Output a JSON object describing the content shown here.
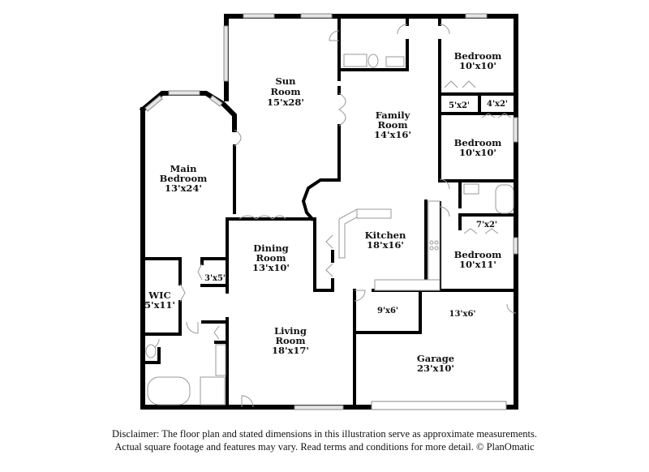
{
  "floor_plan": {
    "rooms": {
      "sun_room": {
        "name": "Sun Room",
        "line1": "Sun",
        "line2": "Room",
        "dims": "15'x28'"
      },
      "main_bedroom": {
        "name": "Main Bedroom",
        "line1": "Main",
        "line2": "Bedroom",
        "dims": "13'x24'"
      },
      "family_room": {
        "name": "Family Room",
        "line1": "Family",
        "line2": "Room",
        "dims": "14'x16'"
      },
      "bedroom_1": {
        "name": "Bedroom",
        "dims": "10'x10'"
      },
      "closet_1": {
        "dims": "5'x2'"
      },
      "closet_2": {
        "dims": "4'x2'"
      },
      "bedroom_2": {
        "name": "Bedroom",
        "dims": "10'x10'"
      },
      "closet_3": {
        "dims": "7'x2'"
      },
      "bedroom_3": {
        "name": "Bedroom",
        "dims": "10'x11'"
      },
      "kitchen": {
        "name": "Kitchen",
        "dims": "18'x16'"
      },
      "dining_room": {
        "name": "Dining Room",
        "line1": "Dining",
        "line2": "Room",
        "dims": "13'x10'"
      },
      "closet_4": {
        "dims": "3'x5'"
      },
      "wic": {
        "name": "WIC",
        "dims": "5'x11'"
      },
      "living_room": {
        "name": "Living Room",
        "line1": "Living",
        "line2": "Room",
        "dims": "18'x17'"
      },
      "storage_1": {
        "dims": "9'x6'"
      },
      "storage_2": {
        "dims": "13'x6'"
      },
      "garage": {
        "name": "Garage",
        "dims": "23'x10'"
      }
    }
  },
  "disclaimer": {
    "line1": "Disclaimer: The floor plan and stated dimensions in this illustration serve as approximate measurements.",
    "line2": "Actual square footage and features may vary. Read terms and conditions for more detail. © PlanOmatic"
  }
}
